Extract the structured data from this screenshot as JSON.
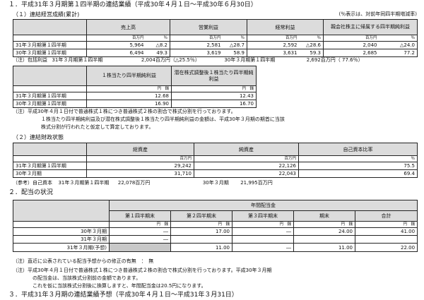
{
  "s1_title": "１．平成31年３月期第１四半期の連結業績（平成30年４月１日～平成30年６月30日）",
  "s1_1_title": "（１）連結経営成績(累計)",
  "s1_1_note": "(％表示は、対前年同四半期増減率)",
  "t1": {
    "headers": [
      "売上高",
      "営業利益",
      "経常利益",
      "親会社株主に帰属する四半期純利益"
    ],
    "unit_yen": "百万円",
    "unit_pct": "％",
    "rows": [
      {
        "label": "31年３月期第１四半期",
        "cells": [
          "5,964",
          "△8.2",
          "2,581",
          "△28.7",
          "2,592",
          "△28.6",
          "2,040",
          "△24.0"
        ]
      },
      {
        "label": "30年３月期第１四半期",
        "cells": [
          "6,494",
          "49.3",
          "3,619",
          "58.9",
          "3,631",
          "59.3",
          "2,685",
          "77.2"
        ]
      }
    ]
  },
  "note_comp": {
    "label": "（注）包括利益",
    "cur_label": "31年３月期第１四半期",
    "cur_val": "2,004百万円（△25.5％）",
    "prev_label": "30年３月期第１四半期",
    "prev_val": "2,692百万円（ 77.6％）"
  },
  "t2": {
    "headers": [
      "１株当たり四半期純利益",
      "潜在株式調整後１株当たり四半期純利益"
    ],
    "unit": "円　銭",
    "rows": [
      {
        "label": "31年３月期第１四半期",
        "cells": [
          "12.68",
          "12.43"
        ]
      },
      {
        "label": "30年３月期第１四半期",
        "cells": [
          "16.90",
          "16.70"
        ]
      }
    ]
  },
  "note_split1": [
    "（注）平成30年４月１日付で普通株式１株につき普通株式２株の割合で株式分割を行っております。",
    "１株当たり四半期純利益及び潜在株式調整後１株当たり四半期純利益の金額は、平成30年３月期の期首に当該",
    "株式分割が行われたと仮定して算定しております。"
  ],
  "s1_2_title": "（２）連結財政状態",
  "t3": {
    "headers": [
      "総資産",
      "純資産",
      "自己資本比率"
    ],
    "unit_yen": "百万円",
    "unit_pct": "％",
    "rows": [
      {
        "label": "31年３月期第１四半期",
        "cells": [
          "29,242",
          "22,126",
          "75.5"
        ]
      },
      {
        "label": "30年３月期",
        "cells": [
          "31,710",
          "22,043",
          "69.4"
        ]
      }
    ]
  },
  "note_equity": {
    "label": "（参考）自己資本",
    "cur_label": "31年３月期第１四半期",
    "cur_val": "22,078百万円",
    "prev_label": "30年３月期",
    "prev_val": "21,995百万円"
  },
  "s2_title": "２．配当の状況",
  "t4": {
    "group_header": "年間配当金",
    "headers": [
      "第１四半期末",
      "第２四半期末",
      "第３四半期末",
      "期末",
      "合計"
    ],
    "unit": "円　銭",
    "rows": [
      {
        "label": "30年３月期",
        "cells": [
          "―",
          "17.00",
          "―",
          "24.00",
          "41.00"
        ]
      },
      {
        "label": "31年３月期",
        "cells": [
          "―",
          "",
          "",
          "",
          ""
        ]
      },
      {
        "label": "31年３月期(予想)",
        "cells": [
          "",
          "11.00",
          "―",
          "11.00",
          "22.00"
        ]
      }
    ]
  },
  "note_div1": "（注）直近に公表されている配当予想からの修正の有無　：　無",
  "note_div2": [
    "（注）平成30年４月１日付で普通株式１株につき普通株式２株の割合で株式分割を行っております。平成30年３月期",
    "の配当金は、当該株式分割前の金額であります。",
    "これを仮に当該株式分割後に換算しますと、年間配当金は20.5円になります。"
  ],
  "s3_title": "３．平成31年３月期の連結業績予想（平成30年４月１日～平成31年３月31日）"
}
